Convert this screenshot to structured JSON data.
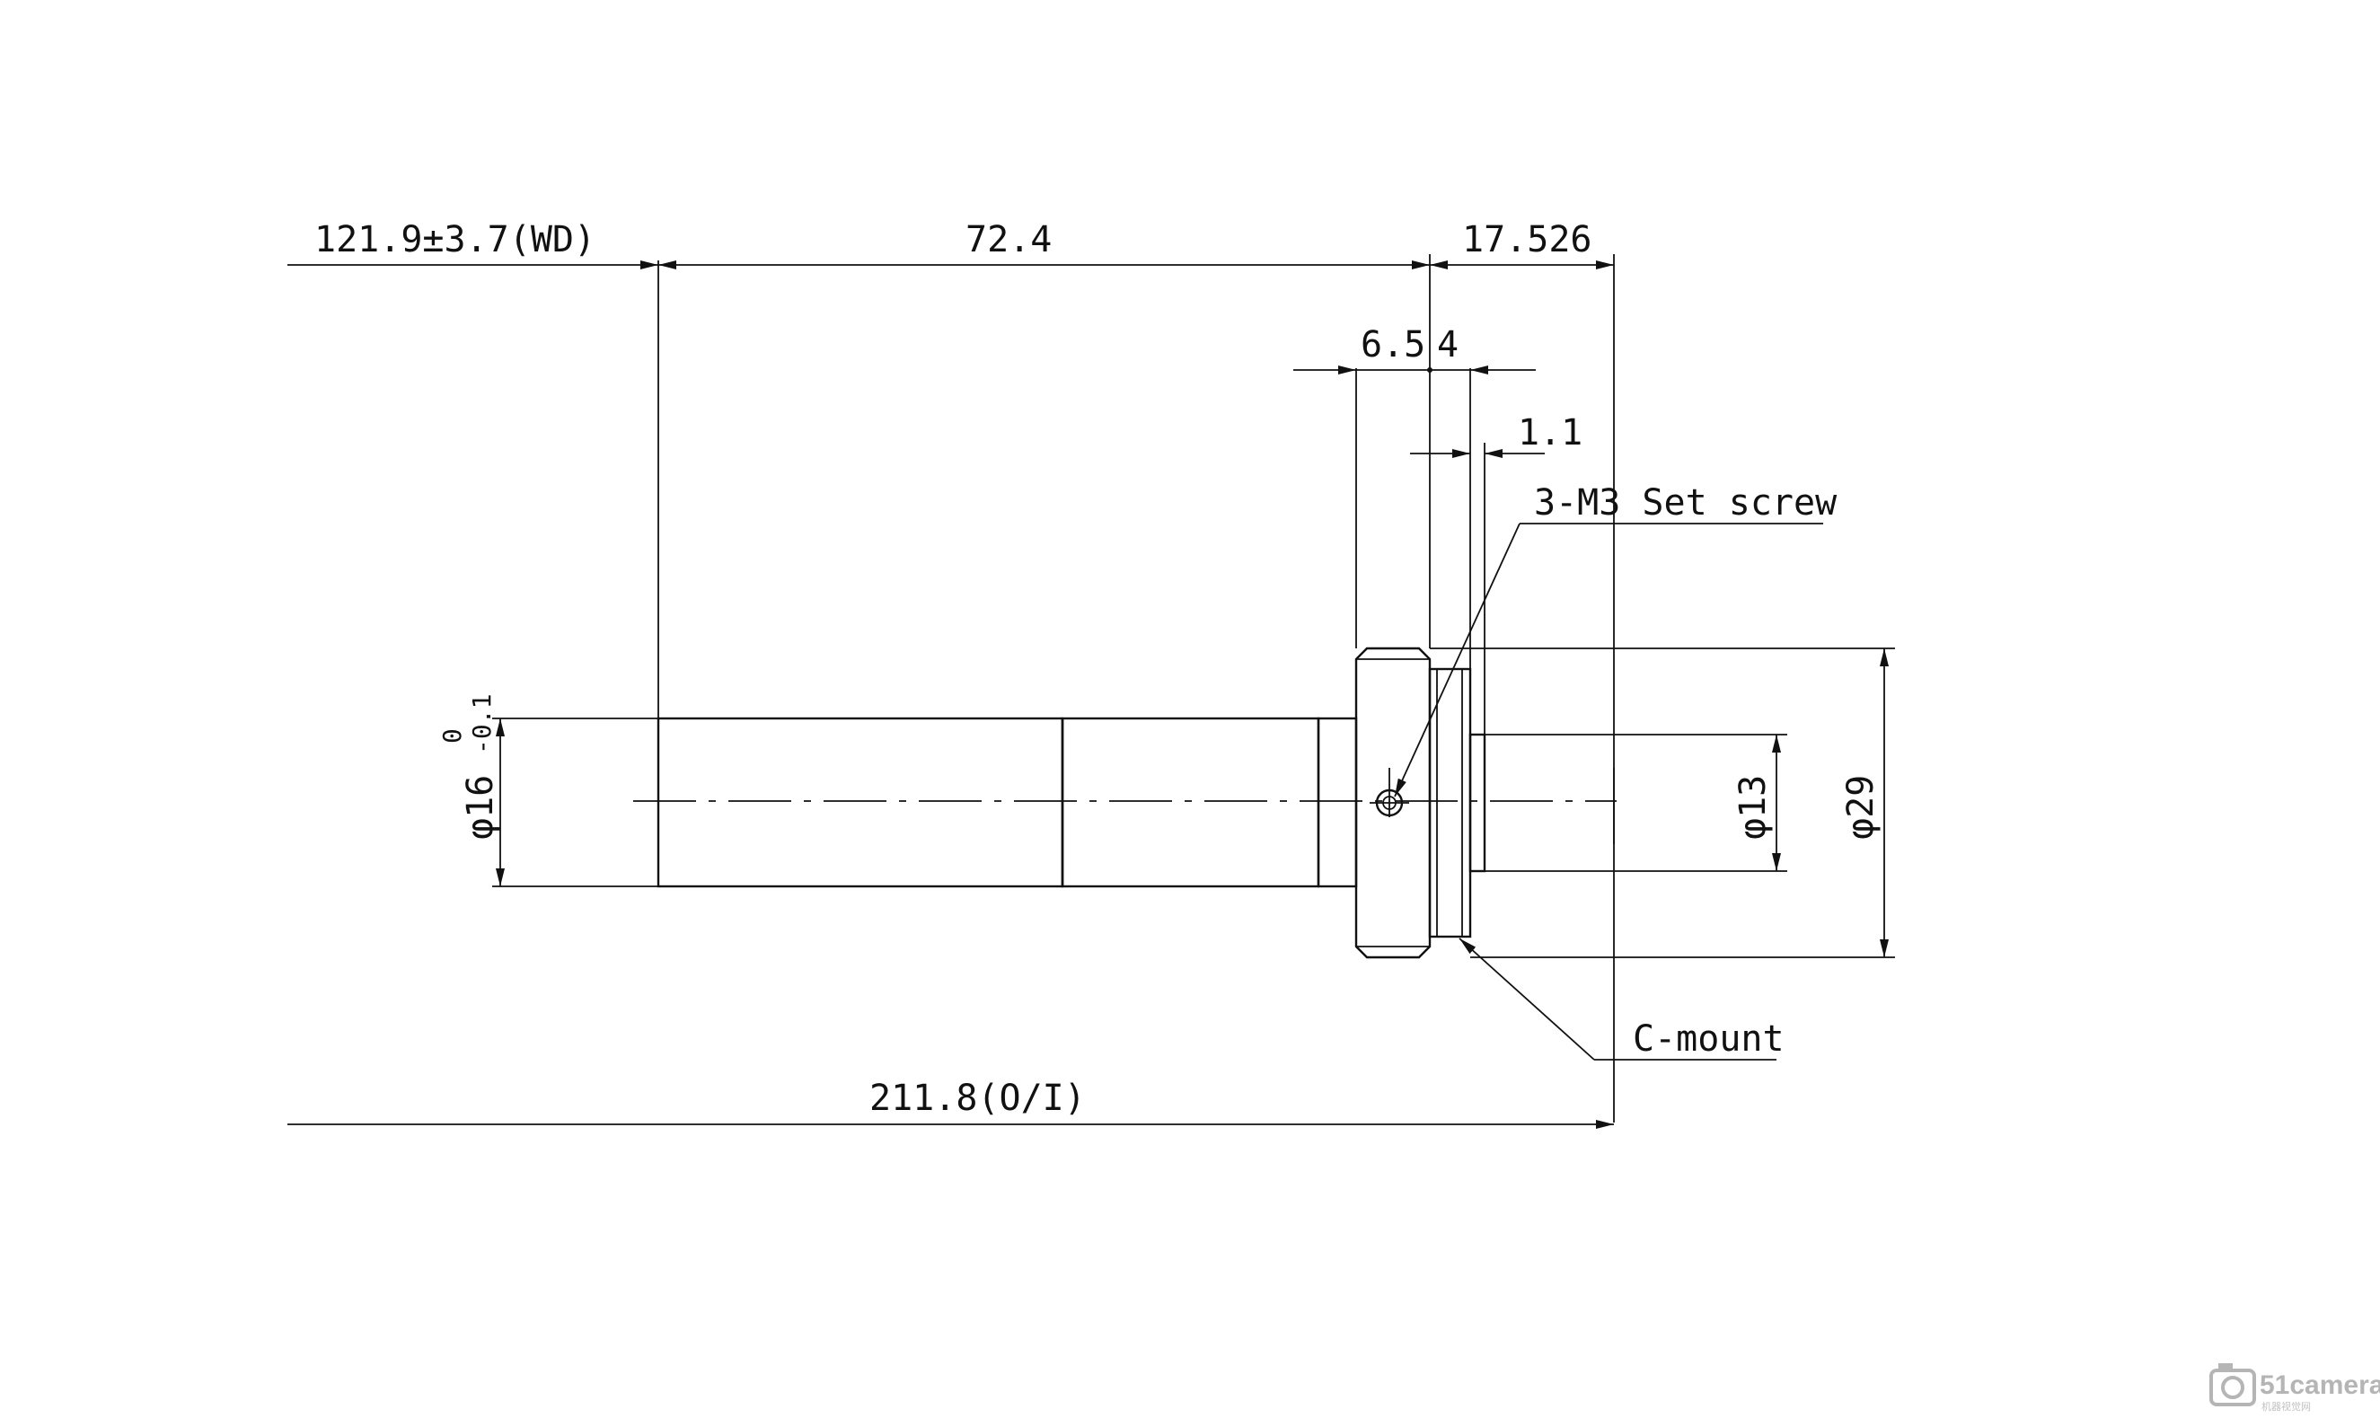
{
  "drawing": {
    "dim_wd": "121.9±3.7(WD)",
    "dim_length": "72.4",
    "dim_flange": "17.526",
    "dim_a": "6.5",
    "dim_b": "4",
    "dim_c": "1.1",
    "label_setscrew": "3-M3 Set screw",
    "label_mount": "C-mount",
    "dim_total": "211.8(O/I)",
    "dia_left_main": "φ16",
    "tol_upper": "0",
    "tol_lower": "-0.1",
    "dia_mid": "φ13",
    "dia_right": "φ29"
  },
  "watermark": {
    "logo_text": "51camera",
    "sub_text": "机器视觉网"
  },
  "colors": {
    "line": "#111111",
    "watermark": "#b5b5b5"
  }
}
